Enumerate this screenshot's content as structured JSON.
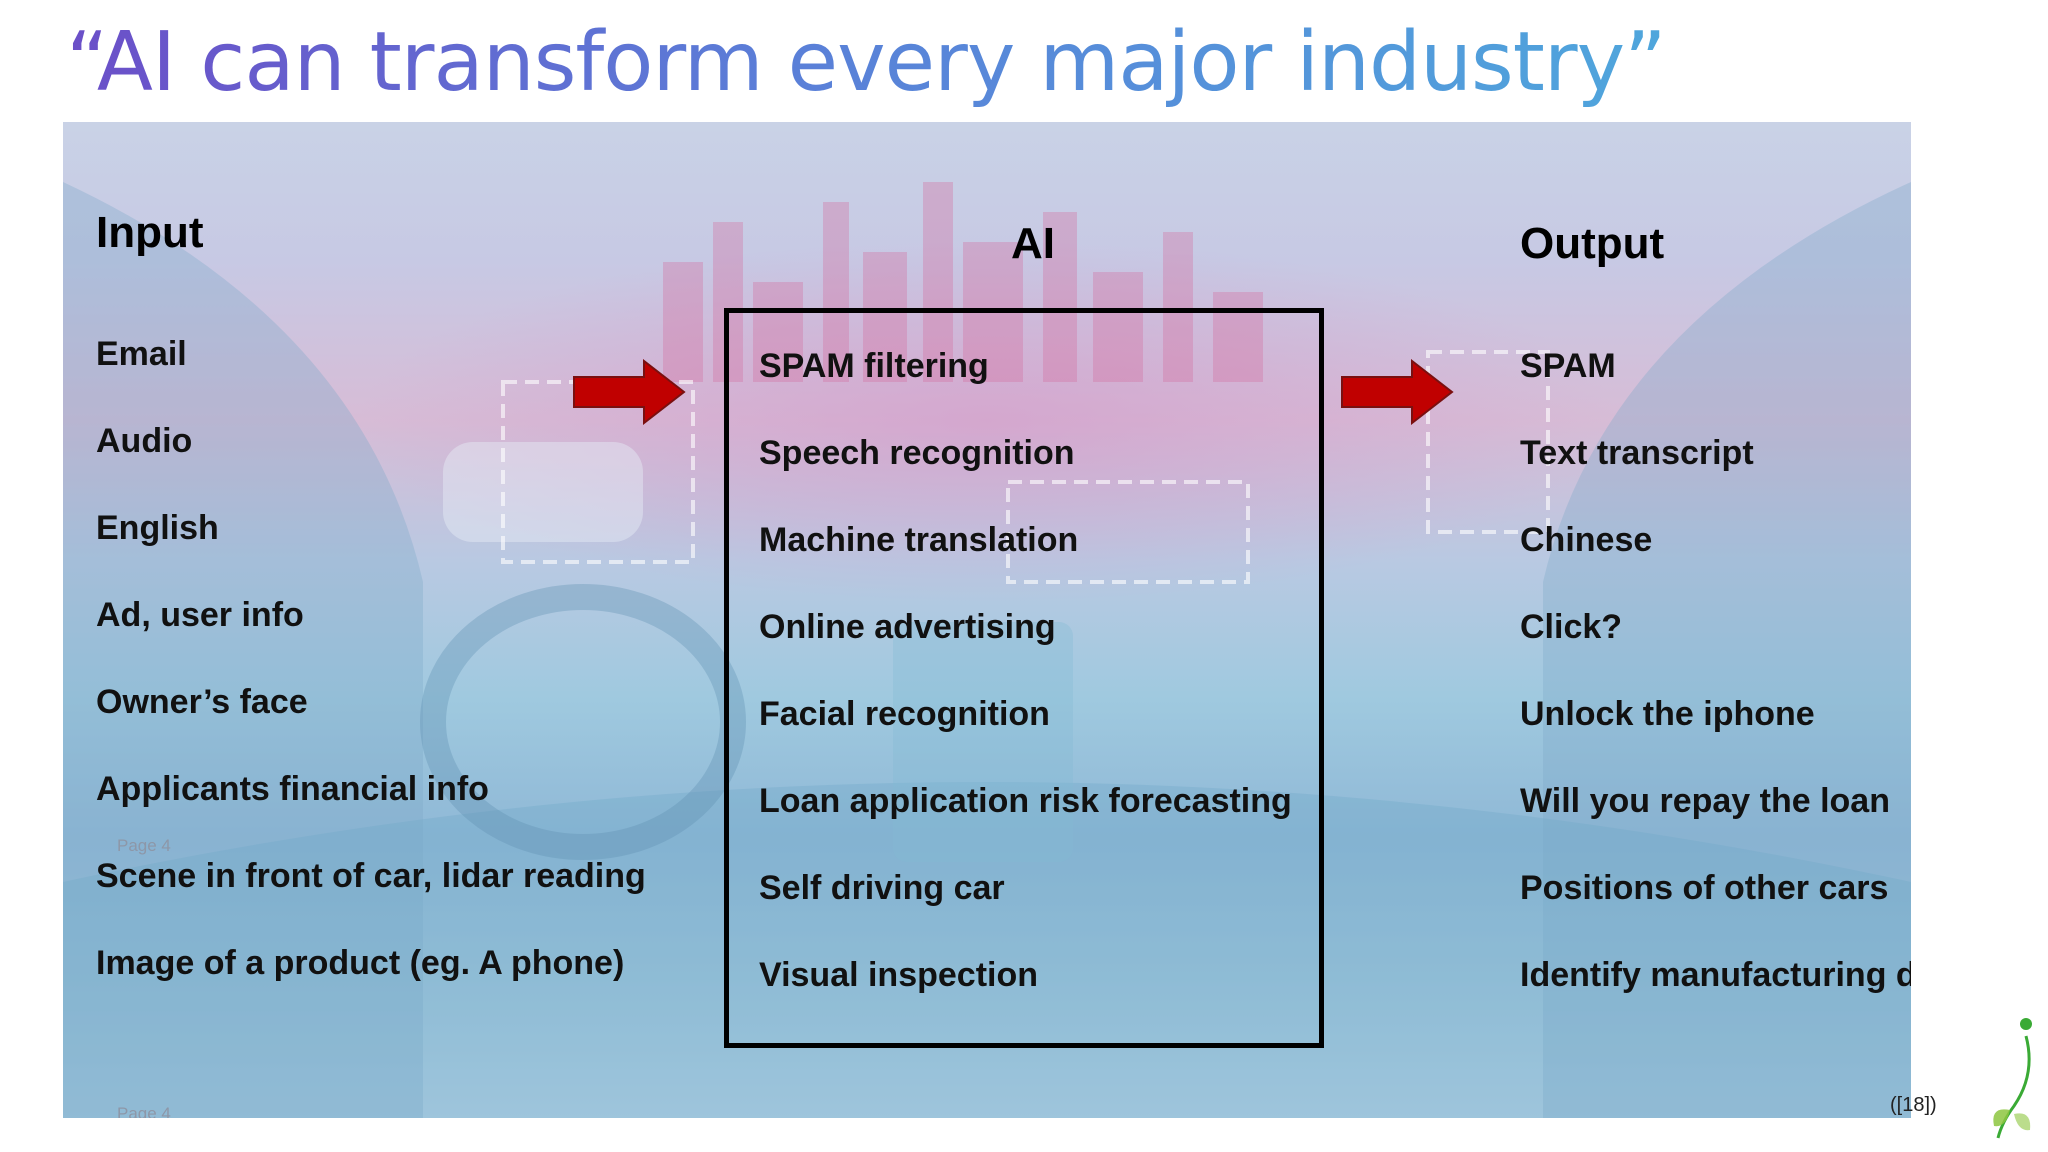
{
  "slide": {
    "title": "“AI can transform every major industry”",
    "citation": "([18])",
    "page_label_upper": "Page 4",
    "page_label_lower": "Page 4"
  },
  "columns": {
    "input": {
      "heading": "Input",
      "items": [
        "Email",
        "Audio",
        "English",
        "Ad, user info",
        "Owner’s face",
        "Applicants financial info",
        "Scene in front of car, lidar reading",
        "Image of a product (eg. A phone)"
      ]
    },
    "ai": {
      "heading": "AI",
      "items": [
        "SPAM filtering",
        "Speech recognition",
        "Machine translation",
        "Online advertising",
        "Facial recognition",
        "Loan application risk forecasting",
        "Self driving car",
        "Visual inspection"
      ]
    },
    "output": {
      "heading": "Output",
      "items": [
        "SPAM",
        "Text transcript",
        "Chinese",
        "Click?",
        "Unlock the iphone",
        "Will you repay the loan",
        "Positions of other cars",
        "Identify manufacturing defects"
      ]
    }
  },
  "colors": {
    "title_gradient_start": "#6b4fc8",
    "title_gradient_end": "#4fa6dc",
    "arrow_fill": "#c00000",
    "box_border": "#000000"
  },
  "icons": {
    "arrow": "right-arrow-icon",
    "logo": "leaf-logo-icon"
  }
}
